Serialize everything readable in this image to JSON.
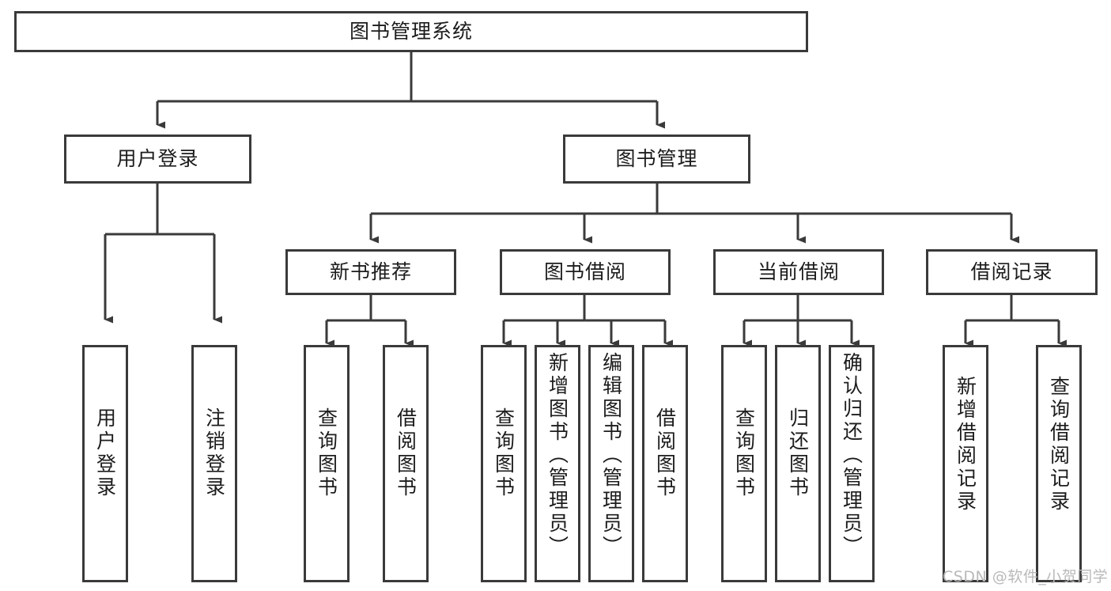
{
  "diagram": {
    "title": "图书管理系统",
    "type": "tree-hierarchy",
    "colors": {
      "box_border": "#3a3a3a",
      "box_fill": "#ffffff",
      "connector": "#3a3a3a",
      "text": "#1c1c1c",
      "watermark": "#b9b9b9",
      "background": "#ffffff"
    },
    "root": {
      "label": "图书管理系统"
    },
    "level2": [
      {
        "label": "用户登录"
      },
      {
        "label": "图书管理"
      }
    ],
    "level3": [
      {
        "label": "新书推荐"
      },
      {
        "label": "图书借阅"
      },
      {
        "label": "当前借阅"
      },
      {
        "label": "借阅记录"
      }
    ],
    "leaves": {
      "user_login": [
        {
          "label": "用户登录"
        },
        {
          "label": "注销登录"
        }
      ],
      "new_book_recommend": [
        {
          "label": "查询图书"
        },
        {
          "label": "借阅图书"
        }
      ],
      "book_borrow": [
        {
          "label": "查询图书"
        },
        {
          "label": "新增图书（管理员）"
        },
        {
          "label": "编辑图书（管理员）"
        },
        {
          "label": "借阅图书"
        }
      ],
      "current_borrow": [
        {
          "label": "查询图书"
        },
        {
          "label": "归还图书"
        },
        {
          "label": "确认归还（管理员）"
        }
      ],
      "borrow_record": [
        {
          "label": "新增借阅记录"
        },
        {
          "label": "查询借阅记录"
        }
      ]
    },
    "watermark": "CSDN @软件_小贺同学"
  }
}
